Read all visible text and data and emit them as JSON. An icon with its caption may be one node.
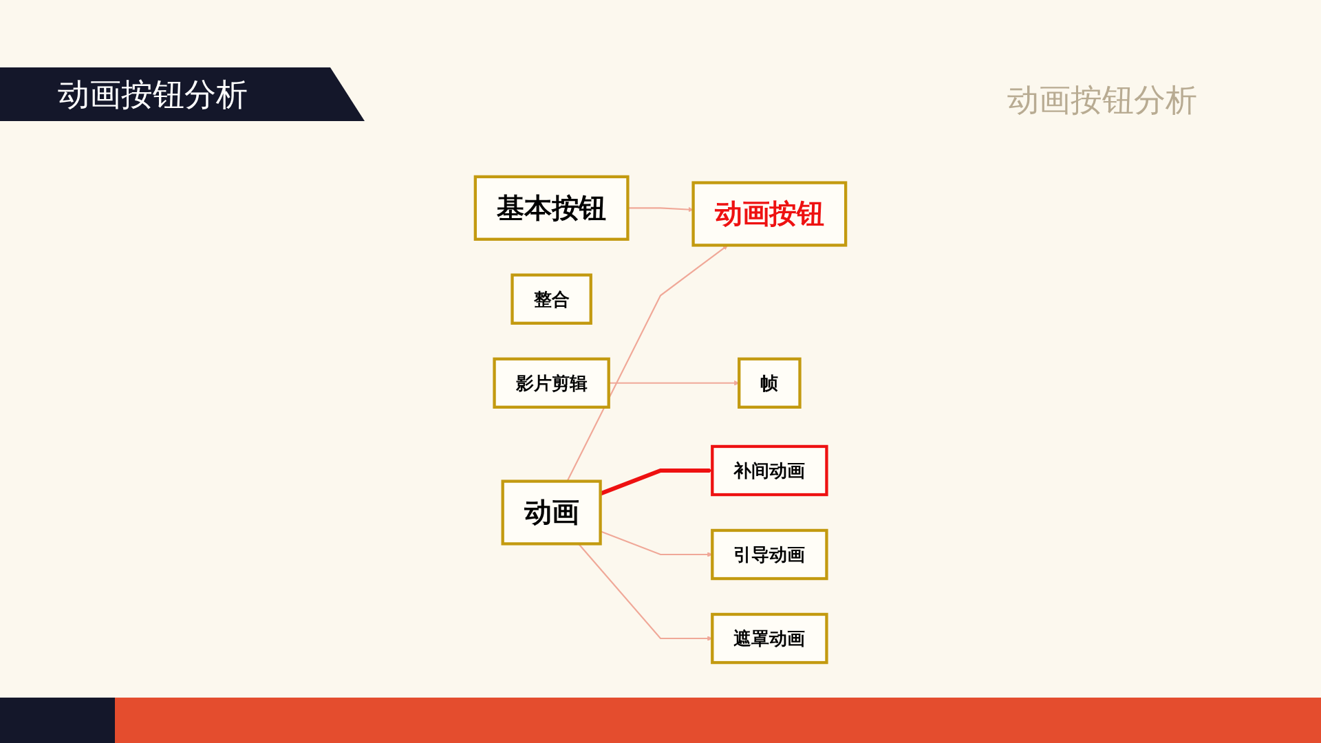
{
  "diagram": {
    "title": "动画按钮分析",
    "nodes": [
      {
        "text": [
          "基本按钮"
        ]
      },
      {
        "text": [
          "帧"
        ]
      },
      {
        "text": [
          "整合"
        ]
      },
      {
        "text": [
          "补间动画"
        ]
      },
      {
        "text": [
          "动画按钮"
        ]
      },
      {
        "text": [
          "影片剪辑"
        ]
      },
      {
        "text": [
          "引导动画"
        ]
      },
      {
        "text": [
          "动画"
        ]
      },
      {
        "text": [
          "遮罩动画"
        ]
      }
    ],
    "edges": [
      {
        "from": 7,
        "to": 3,
        "arrow": "to",
        "style": "thick",
        "color": "#ee1111"
      },
      {
        "from": 7,
        "to": 6,
        "arrow": "to"
      },
      {
        "from": 7,
        "to": 8,
        "arrow": "to"
      },
      {
        "from": 5,
        "to": 1,
        "arrow": "to"
      },
      {
        "from": 0,
        "to": 4,
        "arrow": "to"
      },
      {
        "from": 7,
        "to": 4,
        "arrow": "to"
      }
    ],
    "labels": [
      "动画按钮分析"
    ]
  }
}
